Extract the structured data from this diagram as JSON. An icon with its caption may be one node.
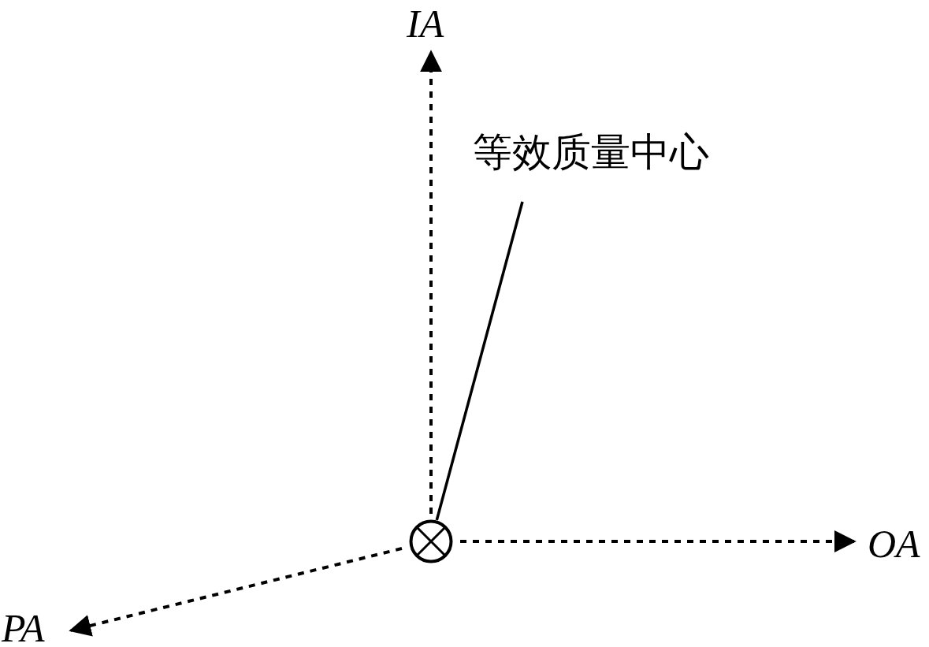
{
  "diagram": {
    "nodes": [
      {
        "text": [
          "等效质量中心"
        ]
      },
      {
        "text": [],
        "shape": "circle"
      }
    ],
    "edges": [
      {
        "from": 0,
        "to": 1,
        "arrow": "none"
      }
    ],
    "labels": [
      "IA",
      "OA",
      "PA"
    ]
  }
}
